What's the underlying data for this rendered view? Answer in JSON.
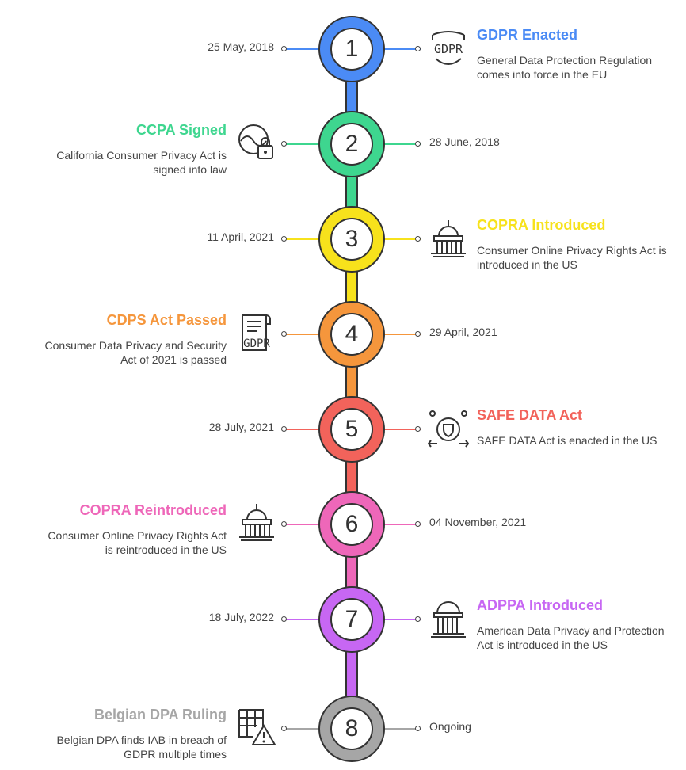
{
  "events": [
    {
      "number": "1",
      "date": "25 May, 2018",
      "title": "GDPR Enacted",
      "description": "General Data Protection Regulation comes into force in the EU",
      "color": "#4B8BF5",
      "icon": "gdpr-shield-icon"
    },
    {
      "number": "2",
      "date": "28 June, 2018",
      "title": "CCPA Signed",
      "description": "California Consumer Privacy Act is signed into law",
      "color": "#3ED68F",
      "icon": "privacy-lock-icon"
    },
    {
      "number": "3",
      "date": "11 April, 2021",
      "title": "COPRA Introduced",
      "description": "Consumer Online Privacy Rights Act is introduced in the US",
      "color": "#F7E21C",
      "icon": "capitol-icon"
    },
    {
      "number": "4",
      "date": "29 April, 2021",
      "title": "CDPS Act Passed",
      "description": "Consumer Data Privacy and Security Act of 2021 is passed",
      "color": "#F5963C",
      "icon": "gdpr-document-icon"
    },
    {
      "number": "5",
      "date": "28 July, 2021",
      "title": "SAFE DATA Act",
      "description": "SAFE DATA Act is enacted in the US",
      "color": "#F2635B",
      "icon": "shield-network-icon"
    },
    {
      "number": "6",
      "date": "04 November, 2021",
      "title": "COPRA Reintroduced",
      "description": "Consumer Online Privacy Rights Act is reintroduced in the US",
      "color": "#EE67B9",
      "icon": "capitol-icon"
    },
    {
      "number": "7",
      "date": "18 July, 2022",
      "title": "ADPPA Introduced",
      "description": "American Data Privacy and Protection Act is introduced in the US",
      "color": "#C767F3",
      "icon": "government-building-icon"
    },
    {
      "number": "8",
      "date": "Ongoing",
      "title": "Belgian DPA Ruling",
      "description": "Belgian DPA finds IAB in breach of GDPR multiple times",
      "color": "#A6A6A6",
      "icon": "grid-warning-icon"
    }
  ]
}
